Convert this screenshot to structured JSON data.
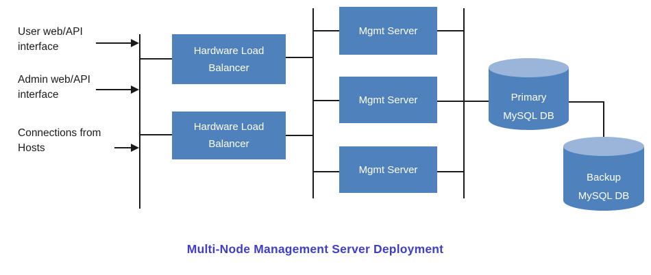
{
  "title": "Multi-Node Management Server Deployment",
  "colors": {
    "node_fill": "#4f81bd",
    "cylinder_top": "#9ab5d9",
    "node_text": "#ffffff",
    "line_color": "#1a1a1a",
    "label_color": "#1a1a1a",
    "title_color": "#3e3ec8"
  },
  "inputs": [
    {
      "line1": "User web/API",
      "line2": "interface"
    },
    {
      "line1": "Admin web/API",
      "line2": "interface"
    },
    {
      "line1": "Connections from",
      "line2": "Hosts"
    }
  ],
  "load_balancers": [
    {
      "line1": "Hardware Load",
      "line2": "Balancer"
    },
    {
      "line1": "Hardware Load",
      "line2": "Balancer"
    }
  ],
  "mgmt_servers": [
    {
      "label": "Mgmt Server"
    },
    {
      "label": "Mgmt Server"
    },
    {
      "label": "Mgmt Server"
    }
  ],
  "databases": [
    {
      "line1": "Primary",
      "line2": "MySQL DB"
    },
    {
      "line1": "Backup",
      "line2": "MySQL DB"
    }
  ]
}
